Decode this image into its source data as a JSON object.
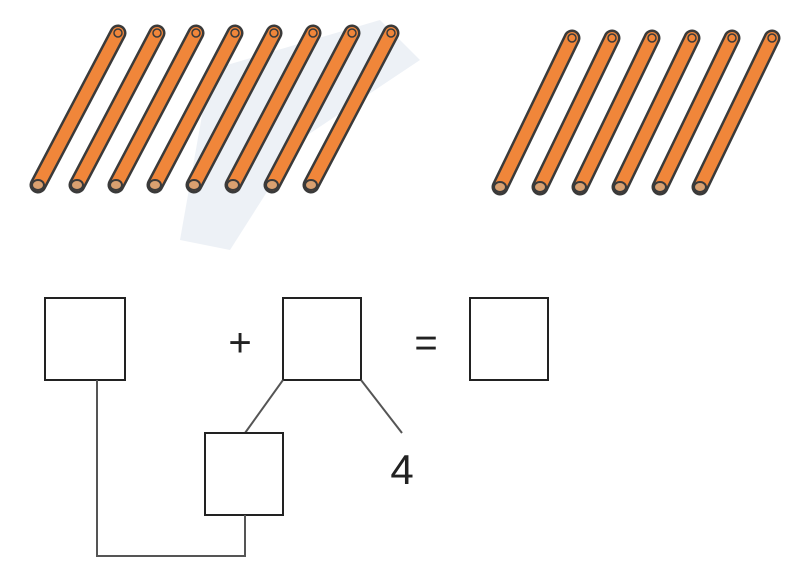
{
  "colors": {
    "stick_fill": "#f0863a",
    "stick_outline": "#3a3a3a",
    "stick_end": "#d9a070",
    "box_stroke": "#222222",
    "connector": "#555555",
    "watermark": "#dfe6ef"
  },
  "sticks": {
    "left_group_count": 8,
    "right_group_count": 6
  },
  "equation": {
    "plus": "+",
    "equals": "=",
    "split_part": "4",
    "first_addend": "",
    "second_addend": "",
    "result": "",
    "split_other_part": ""
  }
}
